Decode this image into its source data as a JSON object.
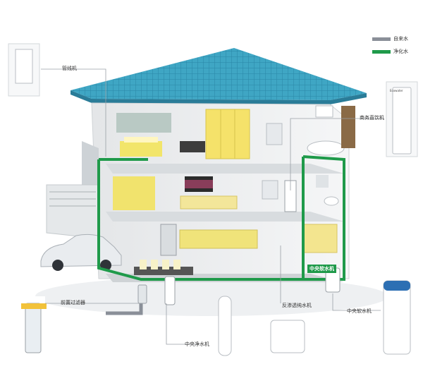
{
  "legend": {
    "tap_water": {
      "label": "自来水",
      "color": "#8a8f98"
    },
    "purified_water": {
      "label": "净化水",
      "color": "#1f9a4a"
    }
  },
  "devices": {
    "pipeline_machine": {
      "label": "管线机"
    },
    "commercial_dispenser": {
      "label": "商务直饮机"
    },
    "central_softener_house": {
      "label": "中央软水机"
    },
    "pre_filter": {
      "label": "前置过滤器"
    },
    "ro_purifier": {
      "label": "反渗透纯水机"
    },
    "central_softener": {
      "label": "中央软水机"
    },
    "central_purifier": {
      "label": "中央净水机"
    }
  },
  "brand_mark": "Ecowater"
}
